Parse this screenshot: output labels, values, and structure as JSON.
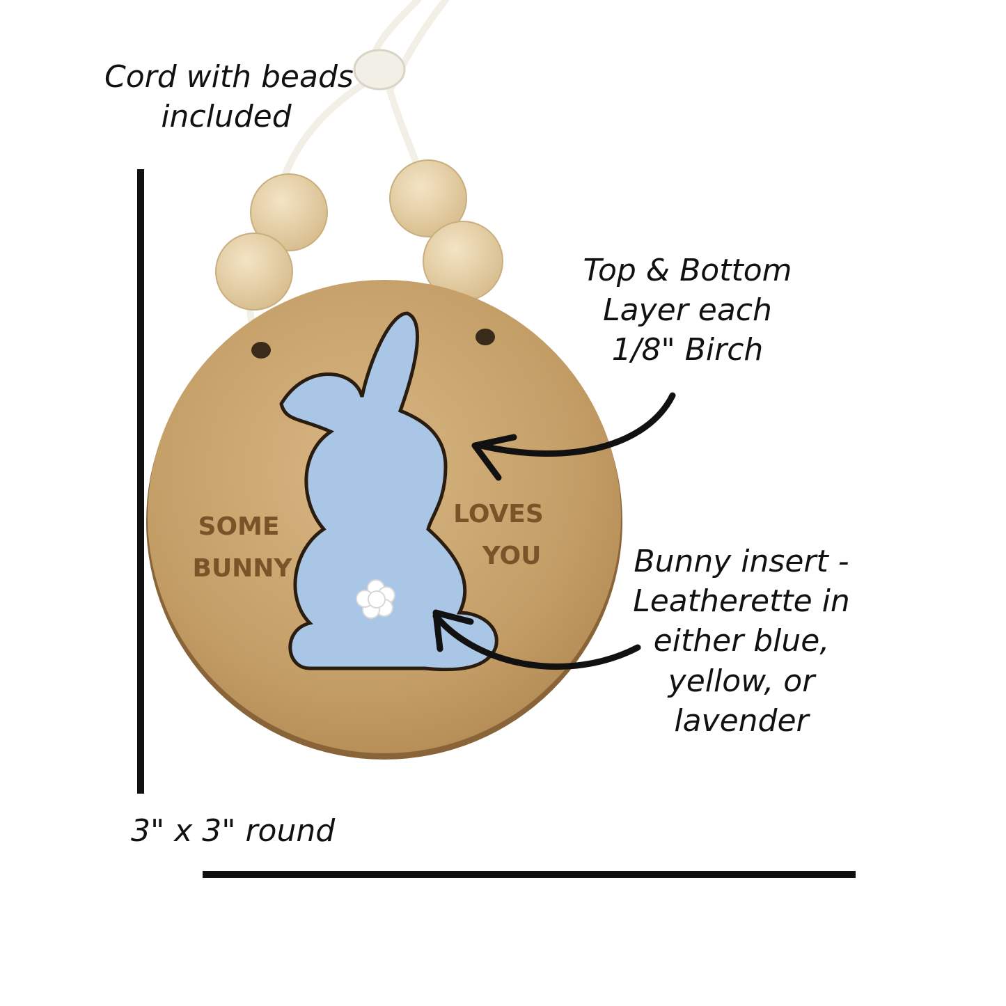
{
  "captions": {
    "cord": [
      "Cord with beads",
      "included"
    ],
    "layers": [
      "Top & Bottom",
      "Layer each",
      "1/8\" Birch"
    ],
    "insert": [
      "Bunny insert -",
      "Leatherette in",
      "either blue,",
      "yellow, or",
      "lavender"
    ],
    "size": "3\" x 3\" round"
  },
  "ornament": {
    "left_text": [
      "SOME",
      "BUNNY"
    ],
    "right_text": [
      "LOVES",
      "YOU"
    ]
  },
  "colors": {
    "wood": "#c9a46e",
    "bunny": "#a9c6e6",
    "bead": "#e6cfa6",
    "ink": "#111111"
  }
}
